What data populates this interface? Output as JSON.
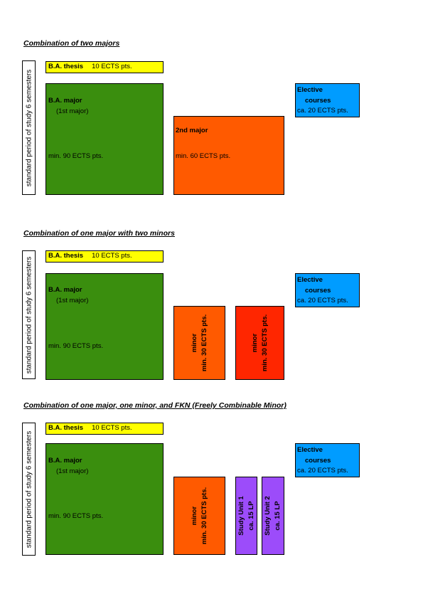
{
  "sections": [
    {
      "heading": "Combination of two majors",
      "period_label": "standard period of study 6 semesters",
      "thesis": {
        "label": "B.A. thesis",
        "points": "10 ECTS pts."
      },
      "major": {
        "title": "B.A. major",
        "subtitle": "(1st major)",
        "points": "min. 90 ECTS pts."
      },
      "second_major": {
        "title": "2nd major",
        "points": "min. 60 ECTS pts."
      },
      "elective": {
        "line1": "Elective",
        "line2": "courses",
        "line3": "ca. 20 ECTS pts."
      }
    },
    {
      "heading": "Combination of one major with two minors",
      "period_label": "standard period of study 6 semesters",
      "thesis": {
        "label": "B.A. thesis",
        "points": "10 ECTS pts."
      },
      "major": {
        "title": "B.A. major",
        "subtitle": "(1st major)",
        "points": "min. 90 ECTS pts."
      },
      "minor1": {
        "title": "minor",
        "points": "min. 30 ECTS pts."
      },
      "minor2": {
        "title": "minor",
        "points": "min. 30 ECTS pts."
      },
      "elective": {
        "line1": "Elective",
        "line2": "courses",
        "line3": "ca. 20 ECTS pts."
      }
    },
    {
      "heading": "Combination of one major, one minor, and FKN (Freely Combinable Minor)",
      "period_label": "standard period of study 6 semesters",
      "thesis": {
        "label": "B.A. thesis",
        "points": "10 ECTS pts."
      },
      "major": {
        "title": "B.A. major",
        "subtitle": "(1st major)",
        "points": "min. 90 ECTS pts."
      },
      "minor": {
        "title": "minor",
        "points": "min. 30 ECTS pts."
      },
      "unit1": {
        "title": "Study Unit  1",
        "points": "ca. 15 LP"
      },
      "unit2": {
        "title": "Study Unit  2",
        "points": "ca. 15 LP"
      },
      "elective": {
        "line1": "Elective",
        "line2": "courses",
        "line3": "ca. 20 ECTS pts."
      }
    }
  ],
  "colors": {
    "thesis": "#ffff00",
    "major": "#3a8e0e",
    "second_major": "#ff5a00",
    "minor": "#ff5a00",
    "minor_alt": "#ff2600",
    "elective": "#009cff",
    "study_unit": "#9c4cfa"
  }
}
